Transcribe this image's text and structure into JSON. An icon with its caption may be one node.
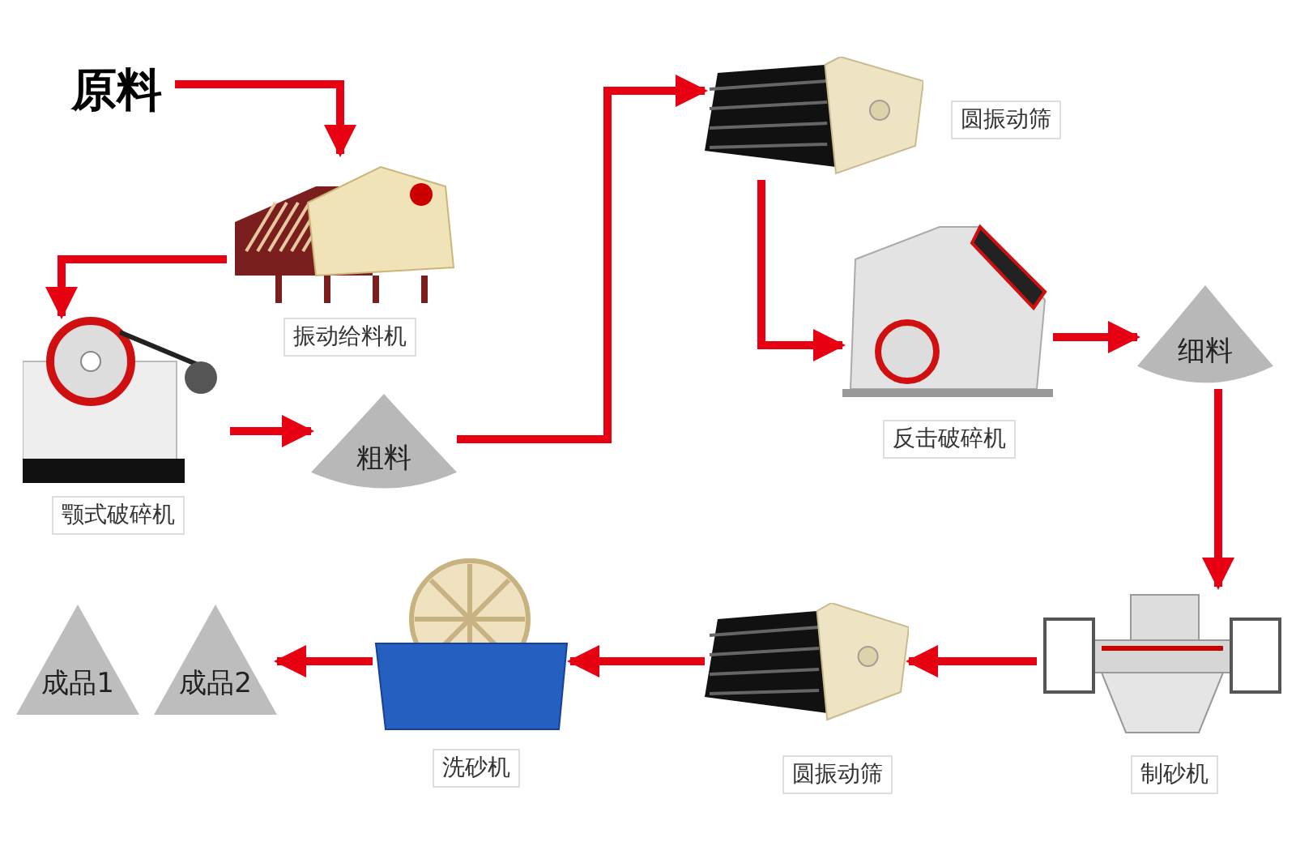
{
  "diagram": {
    "nodes": [
      {
        "text": [
          "原料"
        ]
      },
      {
        "text": [
          "振动给料机"
        ]
      },
      {
        "text": [
          "颚式破碎机"
        ]
      },
      {
        "text": [
          "粗料"
        ]
      },
      {
        "text": [
          "圆振动筛"
        ]
      },
      {
        "text": [
          "反击破碎机"
        ]
      },
      {
        "text": [
          "细料"
        ]
      },
      {
        "text": [
          "制砂机"
        ]
      },
      {
        "text": [
          "圆振动筛"
        ]
      },
      {
        "text": [
          "洗砂机"
        ]
      },
      {
        "text": [
          "成品2"
        ]
      },
      {
        "text": [
          "成品1"
        ]
      }
    ],
    "edges": [
      {
        "from": 0,
        "to": 1,
        "arrow": "to"
      },
      {
        "from": 1,
        "to": 2,
        "arrow": "to"
      },
      {
        "from": 2,
        "to": 3,
        "arrow": "to"
      },
      {
        "from": 3,
        "to": 4,
        "arrow": "to"
      },
      {
        "from": 4,
        "to": 5,
        "arrow": "to"
      },
      {
        "from": 5,
        "to": 6,
        "arrow": "to"
      },
      {
        "from": 6,
        "to": 7,
        "arrow": "to"
      },
      {
        "from": 7,
        "to": 8,
        "arrow": "to"
      },
      {
        "from": 8,
        "to": 9,
        "arrow": "to"
      },
      {
        "from": 9,
        "to": 10,
        "arrow": "to"
      }
    ]
  }
}
